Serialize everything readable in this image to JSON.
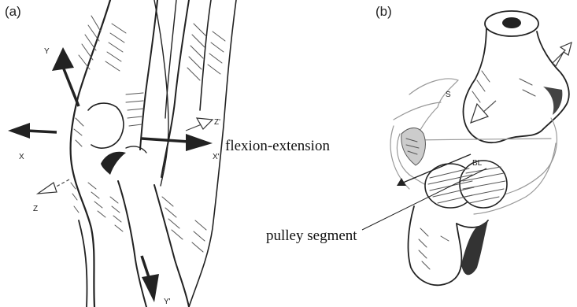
{
  "panels": {
    "a": {
      "label": "(a)",
      "axes": {
        "y": "Y",
        "x": "X",
        "z": "Z",
        "z_prime": "Z'",
        "x_prime": "X'",
        "y_prime": "Y'"
      },
      "annotation": "flexion-extension"
    },
    "b": {
      "label": "(b)",
      "small_letters": {
        "s": "S",
        "bl": "BL"
      },
      "annotation": "pulley segment"
    }
  }
}
